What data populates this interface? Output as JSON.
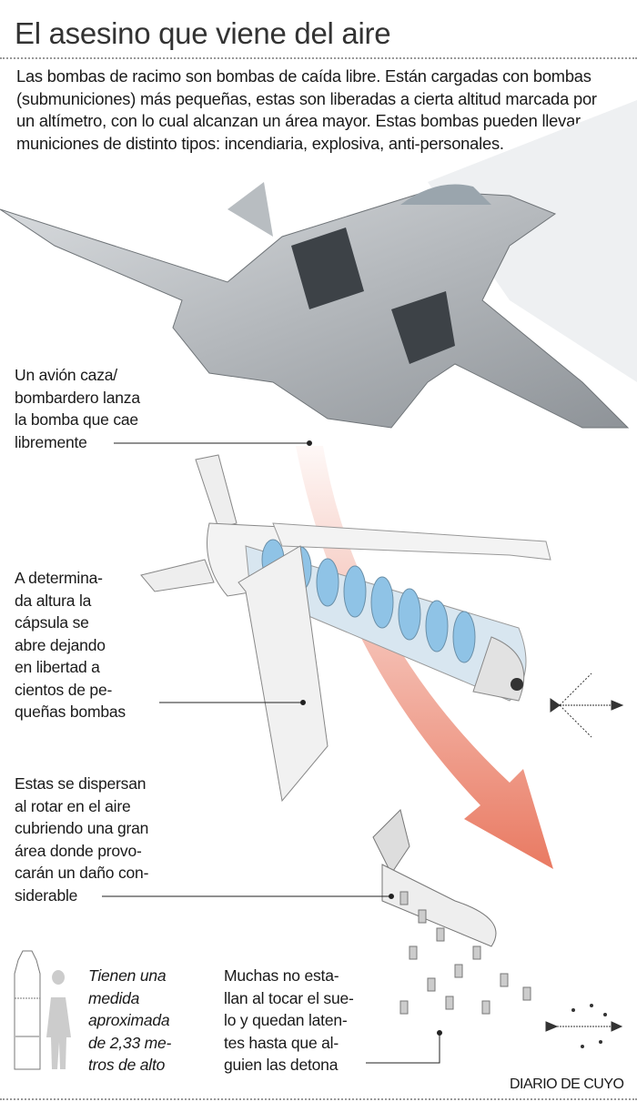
{
  "title": "El asesino que viene del aire",
  "intro": "Las bombas de racimo son bombas de caída libre. Están cargadas con bombas (submuniciones) más pequeñas, estas son liberadas a cierta altitud marcada por un altímetro, con lo cual alcanzan un área mayor. Estas bombas pueden llevar municiones de distinto tipos: incendiaria, explosiva, anti-personales.",
  "captions": {
    "launch": [
      "Un avión caza/",
      "bombardero lanza",
      "la bomba que cae",
      "libremente"
    ],
    "open": [
      "A determina-",
      "da altura la",
      "cápsula se",
      "abre dejando",
      "en libertad a",
      "cientos de pe-",
      "queñas bombas"
    ],
    "disperse": [
      "Estas se dispersan",
      "al rotar en el aire",
      "cubriendo una gran",
      "área donde provo-",
      "carán un daño con-",
      "siderable"
    ],
    "size": [
      "Tienen una",
      "medida",
      "aproximada",
      "de 2,33 me-",
      "tros de alto"
    ],
    "unexploded": [
      "Muchas no esta-",
      "llan al tocar el sue-",
      "lo y quedan laten-",
      "tes hasta que al-",
      "guien las detona"
    ]
  },
  "credit": "DIARIO DE CUYO",
  "colors": {
    "arrow": "#e8735a",
    "submunition": "#8fc3e6"
  }
}
